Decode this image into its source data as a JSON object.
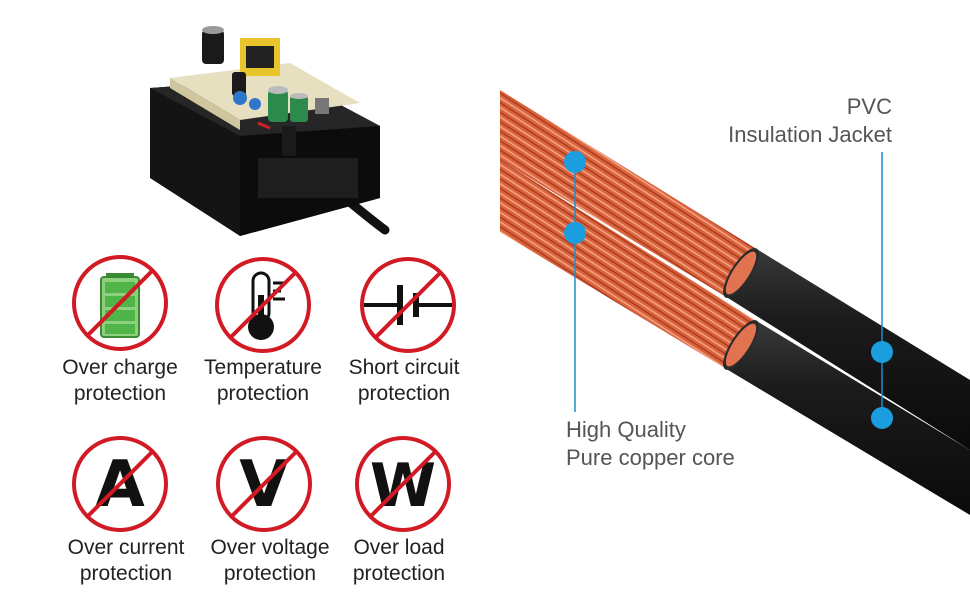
{
  "protections": [
    {
      "icon": "battery-icon",
      "line1": "Over charge",
      "line2": "protection"
    },
    {
      "icon": "thermometer-icon",
      "line1": "Temperature",
      "line2": "protection"
    },
    {
      "icon": "capacitor-icon",
      "line1": "Short circuit",
      "line2": "protection"
    },
    {
      "icon": "ampere-icon",
      "letter": "A",
      "line1": "Over current",
      "line2": "protection"
    },
    {
      "icon": "volt-icon",
      "letter": "V",
      "line1": "Over voltage",
      "line2": "protection"
    },
    {
      "icon": "watt-icon",
      "letter": "W",
      "line1": "Over load",
      "line2": "protection"
    }
  ],
  "cable": {
    "jacket_line1": "PVC",
    "jacket_line2": "Insulation Jacket",
    "core_line1": "High Quality",
    "core_line2": "Pure copper core"
  },
  "colors": {
    "prohibition_red": "#d11a24",
    "callout_blue": "#1a8fd0",
    "copper": "#d9633d",
    "jacket": "#1b1b1b",
    "battery_green": "#4fb548"
  }
}
